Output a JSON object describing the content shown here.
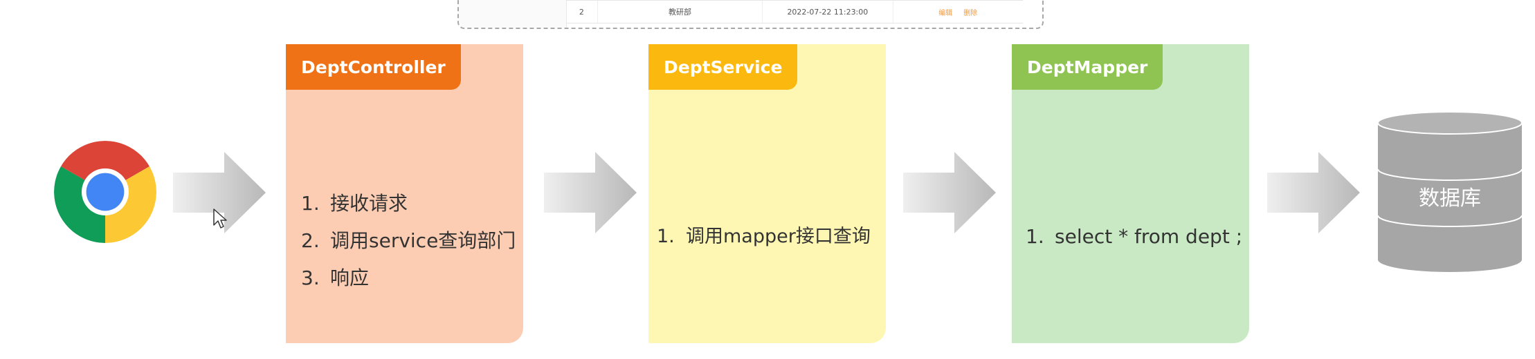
{
  "top_table": {
    "row_number": "2",
    "dept_name": "教研部",
    "update_time": "2022-07-22 11:23:00",
    "edit_label": "编辑",
    "delete_label": "删除"
  },
  "controller": {
    "title": "DeptController",
    "items": [
      {
        "num": "1.",
        "text": "接收请求"
      },
      {
        "num": "2.",
        "text": "调用service查询部门"
      },
      {
        "num": "3.",
        "text": "响应"
      }
    ],
    "color_bg": "#fdcdb3",
    "color_tab": "#ef7316"
  },
  "service": {
    "title": "DeptService",
    "items": [
      {
        "num": "1.",
        "text": "调用mapper接口查询"
      }
    ],
    "color_bg": "#fef7b3",
    "color_tab": "#fbb80f"
  },
  "mapper": {
    "title": "DeptMapper",
    "items": [
      {
        "num": "1.",
        "text": "select * from dept ;"
      }
    ],
    "color_bg": "#c8e9c3",
    "color_tab": "#8fc452"
  },
  "database": {
    "label": "数据库",
    "icon": "database-cylinder-icon",
    "color": "#a6a6a6"
  },
  "browser": {
    "icon": "chrome-icon"
  },
  "arrows": {
    "icon": "right-arrow-icon"
  }
}
